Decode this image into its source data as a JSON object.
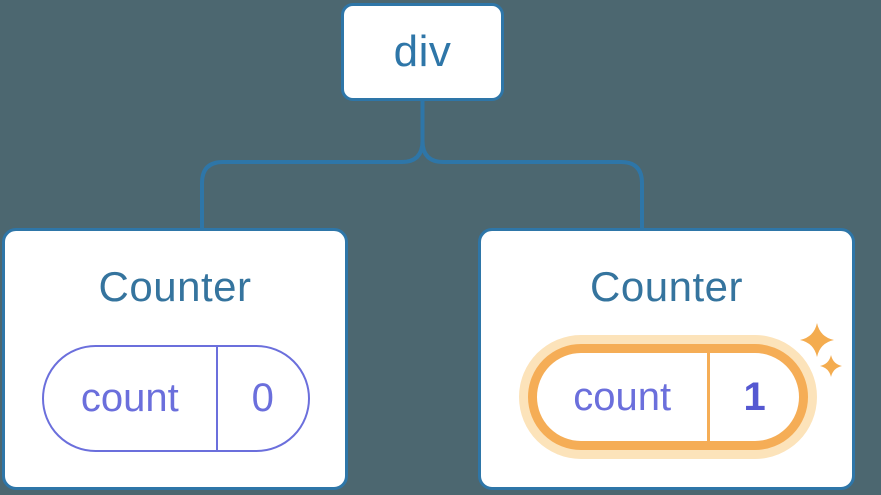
{
  "colors": {
    "background": "#4C6770",
    "blue": "#2E76A8",
    "title_blue": "#35749E",
    "purple": "#6B6FDC",
    "value_purple": "#5558D1",
    "orange": "#F5AD56",
    "orange_glow": "#FCE3BA",
    "sparkle_orange": "#F4AC4F",
    "card_white": "#FFFFFF"
  },
  "tree": {
    "root": {
      "label": "div"
    },
    "children": [
      {
        "title": "Counter",
        "state": {
          "key": "count",
          "value": "0"
        },
        "highlighted": false
      },
      {
        "title": "Counter",
        "state": {
          "key": "count",
          "value": "1"
        },
        "highlighted": true
      }
    ]
  },
  "icons": [
    {
      "name": "sparkles-icon"
    }
  ]
}
